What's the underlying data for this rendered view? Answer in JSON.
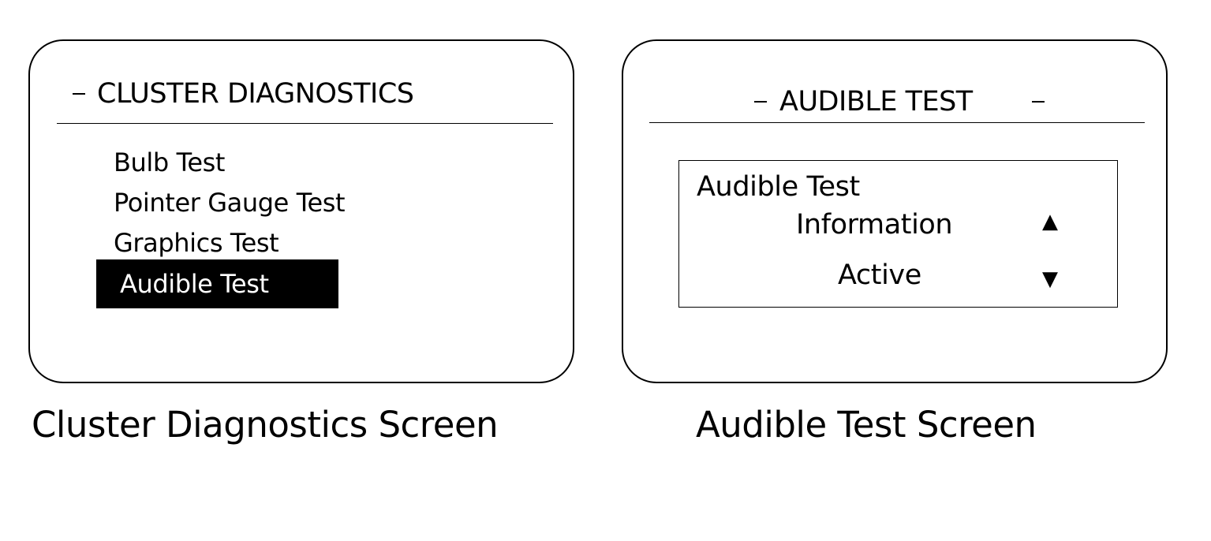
{
  "cluster_screen": {
    "title": "CLUSTER DIAGNOSTICS",
    "menu_items": [
      "Bulb Test",
      "Pointer Gauge Test",
      "Graphics Test",
      "Audible Test"
    ],
    "selected_item": "Audible Test"
  },
  "audible_screen": {
    "title": "AUDIBLE TEST",
    "box_heading": "Audible Test",
    "box_line_1": "Information",
    "box_line_2": "Active",
    "up_arrow": "▲",
    "down_arrow": "▼"
  },
  "captions": {
    "left": "Cluster Diagnostics Screen",
    "right": "Audible Test Screen"
  }
}
